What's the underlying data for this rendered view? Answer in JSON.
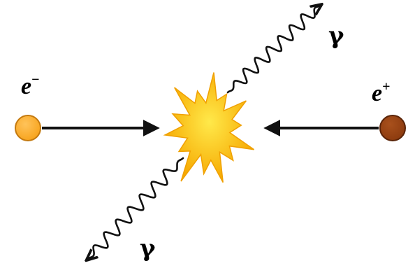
{
  "particles": {
    "electron": {
      "symbol": "e",
      "charge": "−",
      "color": "#F7A21A",
      "stroke": "#C47A10"
    },
    "positron": {
      "symbol": "e",
      "charge": "+",
      "color": "#8B3A0E",
      "stroke": "#5A2408"
    }
  },
  "photons": {
    "upper_label": "γ",
    "lower_label": "γ"
  },
  "colors": {
    "arrow": "#111111",
    "wave": "#111111",
    "burst_outer": "#F6A800",
    "burst_inner": "#FFE94A",
    "burst_stroke": "#F0A000",
    "text": "#000000"
  }
}
